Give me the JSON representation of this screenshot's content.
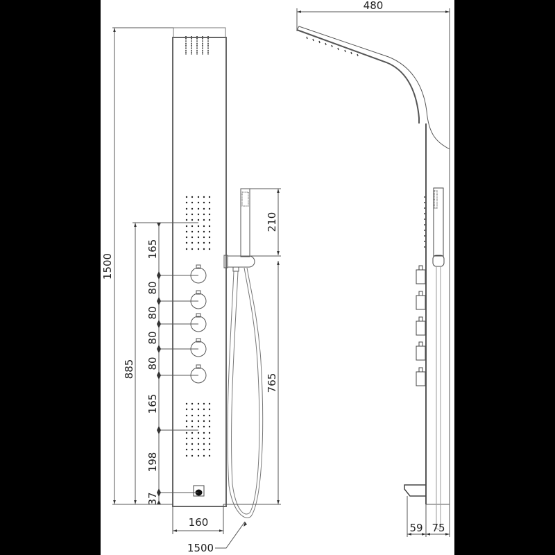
{
  "drawing": {
    "title": "Shower panel technical drawing",
    "views": [
      "front-view",
      "side-view"
    ],
    "colors": {
      "background": "#000000",
      "sheet": "#ffffff",
      "line": "#555555",
      "text": "#222222"
    }
  },
  "front_view": {
    "dimensions": {
      "total_height": "1500",
      "upper_group_height": "885",
      "spacing": [
        "165",
        "80",
        "80",
        "80",
        "80",
        "165",
        "198",
        "37"
      ],
      "panel_width": "160",
      "hand_shower_length": "210",
      "holder_height": "765",
      "hose_length": "1500"
    },
    "components": [
      "rain-head-jets",
      "upper-body-jets",
      "control-knob-1",
      "control-knob-2",
      "control-knob-3",
      "control-knob-4",
      "control-knob-5",
      "lower-body-jets",
      "spout-outlet",
      "hand-shower",
      "hand-shower-holder",
      "hose"
    ]
  },
  "side_view": {
    "dimensions": {
      "head_reach": "480",
      "spout_depth": "59",
      "panel_depth": "75"
    }
  }
}
